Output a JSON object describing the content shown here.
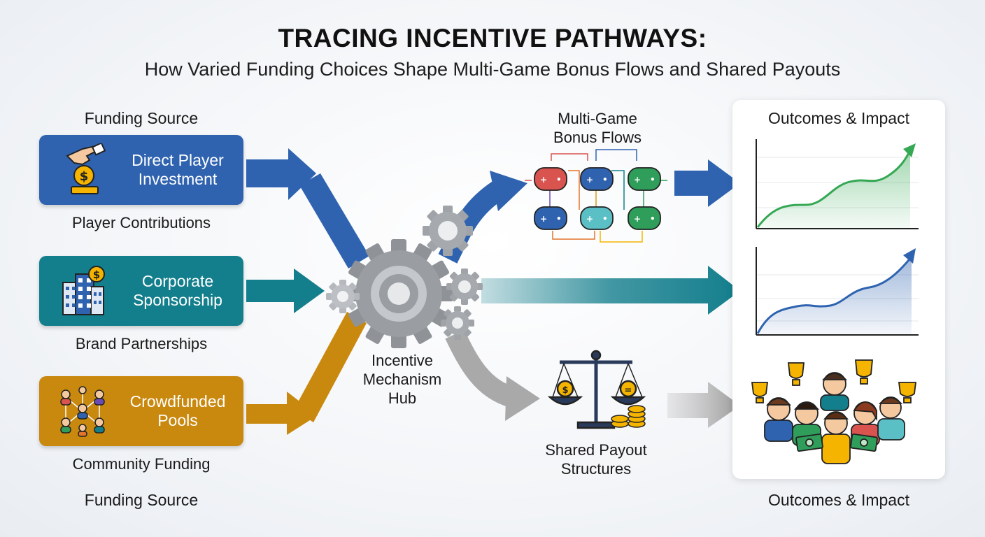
{
  "header": {
    "title": "TRACING INCENTIVE PATHWAYS:",
    "subtitle": "How Varied Funding Choices Shape Multi-Game Bonus Flows and Shared Payouts"
  },
  "left_column": {
    "top_label": "Funding Source",
    "bottom_label": "Funding Source",
    "sources": [
      {
        "title_line1": "Direct Player",
        "title_line2": "Investment",
        "caption": "Player Contributions",
        "color": "#2f63b0",
        "icon": "coin-hand-icon"
      },
      {
        "title_line1": "Corporate",
        "title_line2": "Sponsorship",
        "caption": "Brand Partnerships",
        "color": "#137e8c",
        "icon": "office-building-icon"
      },
      {
        "title_line1": "Crowdfunded",
        "title_line2": "Pools",
        "caption": "Community Funding",
        "color": "#c9880e",
        "icon": "community-network-icon"
      }
    ]
  },
  "center": {
    "hub_line1": "Incentive",
    "hub_line2": "Mechanism",
    "hub_line3": "Hub",
    "bonus_line1": "Multi-Game",
    "bonus_line2": "Bonus Flows",
    "payout_line1": "Shared Payout",
    "payout_line2": "Structures"
  },
  "right_column": {
    "top_label": "Outcomes & Impact",
    "bottom_label": "Outcomes & Impact"
  },
  "colors": {
    "blue": "#2f63b0",
    "teal": "#137e8c",
    "gold": "#c9880e",
    "gray": "#9a9a9a",
    "green": "#34a853"
  }
}
